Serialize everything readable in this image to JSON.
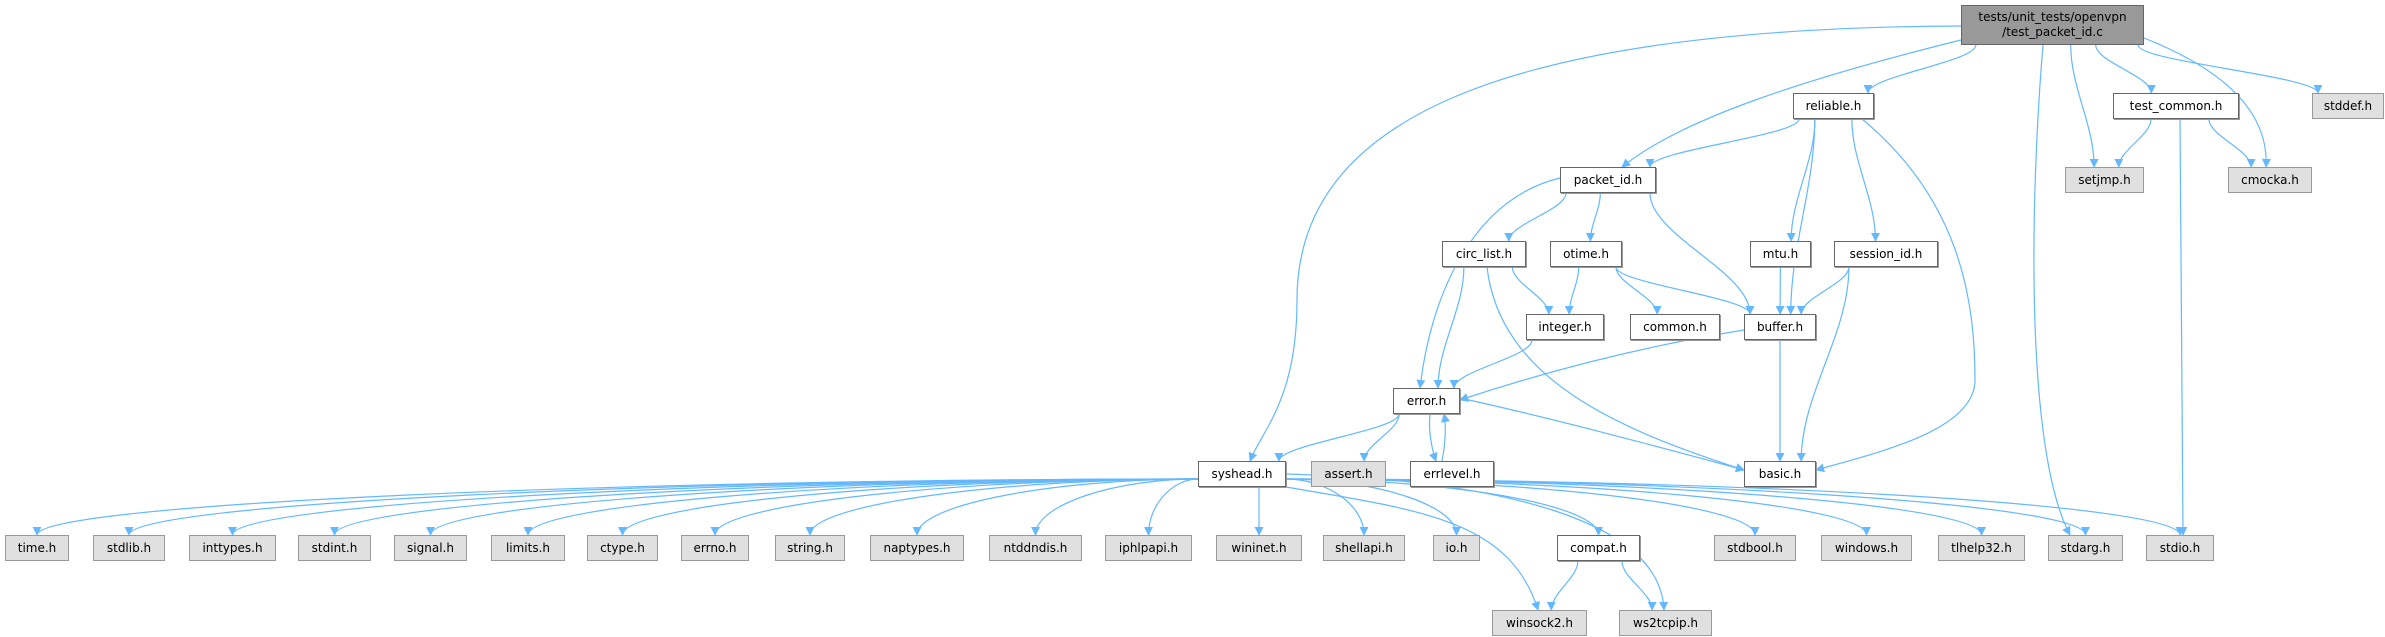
{
  "graph": {
    "title": "tests/unit_tests/openvpn\n/test_packet_id.c",
    "colors": {
      "edge": "#63b8ff",
      "root_fill": "#999999",
      "system_fill": "#e0e0e0",
      "local_fill": "#ffffff"
    },
    "nodes": [
      {
        "id": "root",
        "label": "tests/unit_tests/openvpn\n/test_packet_id.c",
        "kind": "root"
      },
      {
        "id": "reliable",
        "label": "reliable.h",
        "kind": "local"
      },
      {
        "id": "test_common",
        "label": "test_common.h",
        "kind": "local"
      },
      {
        "id": "stddef",
        "label": "stddef.h",
        "kind": "system"
      },
      {
        "id": "packet_id",
        "label": "packet_id.h",
        "kind": "local"
      },
      {
        "id": "setjmp",
        "label": "setjmp.h",
        "kind": "system"
      },
      {
        "id": "cmocka",
        "label": "cmocka.h",
        "kind": "system"
      },
      {
        "id": "circ_list",
        "label": "circ_list.h",
        "kind": "local"
      },
      {
        "id": "otime",
        "label": "otime.h",
        "kind": "local"
      },
      {
        "id": "mtu",
        "label": "mtu.h",
        "kind": "local"
      },
      {
        "id": "session_id",
        "label": "session_id.h",
        "kind": "local"
      },
      {
        "id": "integer",
        "label": "integer.h",
        "kind": "local"
      },
      {
        "id": "common",
        "label": "common.h",
        "kind": "local"
      },
      {
        "id": "buffer",
        "label": "buffer.h",
        "kind": "local"
      },
      {
        "id": "error",
        "label": "error.h",
        "kind": "local"
      },
      {
        "id": "syshead",
        "label": "syshead.h",
        "kind": "local"
      },
      {
        "id": "assert",
        "label": "assert.h",
        "kind": "system"
      },
      {
        "id": "errlevel",
        "label": "errlevel.h",
        "kind": "local"
      },
      {
        "id": "basic",
        "label": "basic.h",
        "kind": "local"
      },
      {
        "id": "time",
        "label": "time.h",
        "kind": "system"
      },
      {
        "id": "stdlib",
        "label": "stdlib.h",
        "kind": "system"
      },
      {
        "id": "inttypes",
        "label": "inttypes.h",
        "kind": "system"
      },
      {
        "id": "stdint",
        "label": "stdint.h",
        "kind": "system"
      },
      {
        "id": "signal",
        "label": "signal.h",
        "kind": "system"
      },
      {
        "id": "limits",
        "label": "limits.h",
        "kind": "system"
      },
      {
        "id": "ctype",
        "label": "ctype.h",
        "kind": "system"
      },
      {
        "id": "errno",
        "label": "errno.h",
        "kind": "system"
      },
      {
        "id": "string",
        "label": "string.h",
        "kind": "system"
      },
      {
        "id": "naptypes",
        "label": "naptypes.h",
        "kind": "system"
      },
      {
        "id": "ntddndis",
        "label": "ntddndis.h",
        "kind": "system"
      },
      {
        "id": "iphlpapi",
        "label": "iphlpapi.h",
        "kind": "system"
      },
      {
        "id": "wininet",
        "label": "wininet.h",
        "kind": "system"
      },
      {
        "id": "shellapi",
        "label": "shellapi.h",
        "kind": "system"
      },
      {
        "id": "io",
        "label": "io.h",
        "kind": "system"
      },
      {
        "id": "compat",
        "label": "compat.h",
        "kind": "local"
      },
      {
        "id": "stdbool",
        "label": "stdbool.h",
        "kind": "system"
      },
      {
        "id": "windows",
        "label": "windows.h",
        "kind": "system"
      },
      {
        "id": "tlhelp32",
        "label": "tlhelp32.h",
        "kind": "system"
      },
      {
        "id": "stdarg",
        "label": "stdarg.h",
        "kind": "system"
      },
      {
        "id": "stdio",
        "label": "stdio.h",
        "kind": "system"
      },
      {
        "id": "winsock2",
        "label": "winsock2.h",
        "kind": "system"
      },
      {
        "id": "ws2tcpip",
        "label": "ws2tcpip.h",
        "kind": "system"
      }
    ],
    "edges": [
      [
        "root",
        "syshead"
      ],
      [
        "root",
        "packet_id"
      ],
      [
        "root",
        "reliable"
      ],
      [
        "root",
        "stdarg"
      ],
      [
        "root",
        "setjmp"
      ],
      [
        "root",
        "test_common"
      ],
      [
        "root",
        "cmocka"
      ],
      [
        "root",
        "stddef"
      ],
      [
        "reliable",
        "packet_id"
      ],
      [
        "reliable",
        "buffer"
      ],
      [
        "reliable",
        "mtu"
      ],
      [
        "reliable",
        "session_id"
      ],
      [
        "reliable",
        "basic"
      ],
      [
        "test_common",
        "setjmp"
      ],
      [
        "test_common",
        "cmocka"
      ],
      [
        "test_common",
        "stdio"
      ],
      [
        "packet_id",
        "error"
      ],
      [
        "packet_id",
        "circ_list"
      ],
      [
        "packet_id",
        "otime"
      ],
      [
        "packet_id",
        "buffer"
      ],
      [
        "circ_list",
        "integer"
      ],
      [
        "circ_list",
        "error"
      ],
      [
        "circ_list",
        "basic"
      ],
      [
        "otime",
        "integer"
      ],
      [
        "otime",
        "common"
      ],
      [
        "otime",
        "buffer"
      ],
      [
        "mtu",
        "buffer"
      ],
      [
        "session_id",
        "buffer"
      ],
      [
        "session_id",
        "basic"
      ],
      [
        "integer",
        "error"
      ],
      [
        "buffer",
        "error"
      ],
      [
        "buffer",
        "basic"
      ],
      [
        "error",
        "syshead"
      ],
      [
        "error",
        "assert"
      ],
      [
        "error",
        "errlevel"
      ],
      [
        "error",
        "basic"
      ],
      [
        "errlevel",
        "error"
      ],
      [
        "syshead",
        "time"
      ],
      [
        "syshead",
        "stdlib"
      ],
      [
        "syshead",
        "inttypes"
      ],
      [
        "syshead",
        "stdint"
      ],
      [
        "syshead",
        "signal"
      ],
      [
        "syshead",
        "limits"
      ],
      [
        "syshead",
        "ctype"
      ],
      [
        "syshead",
        "errno"
      ],
      [
        "syshead",
        "string"
      ],
      [
        "syshead",
        "naptypes"
      ],
      [
        "syshead",
        "ntddndis"
      ],
      [
        "syshead",
        "iphlpapi"
      ],
      [
        "syshead",
        "wininet"
      ],
      [
        "syshead",
        "shellapi"
      ],
      [
        "syshead",
        "io"
      ],
      [
        "syshead",
        "compat"
      ],
      [
        "syshead",
        "stdbool"
      ],
      [
        "syshead",
        "windows"
      ],
      [
        "syshead",
        "tlhelp32"
      ],
      [
        "syshead",
        "stdarg"
      ],
      [
        "syshead",
        "stdio"
      ],
      [
        "syshead",
        "winsock2"
      ],
      [
        "syshead",
        "ws2tcpip"
      ],
      [
        "compat",
        "winsock2"
      ],
      [
        "compat",
        "ws2tcpip"
      ]
    ]
  }
}
